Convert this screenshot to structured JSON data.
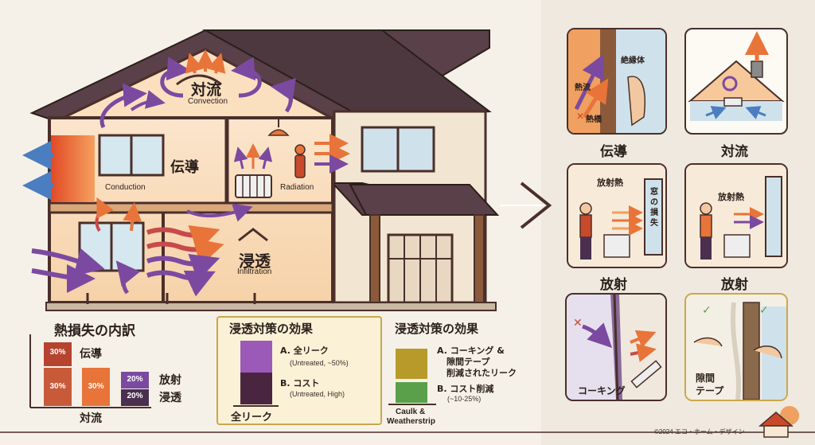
{
  "house": {
    "convection_jp": "対流",
    "convection_en": "Convection",
    "conduction_jp": "伝導",
    "conduction_en": "Conduction",
    "radiation_en": "Radiation",
    "infiltration_jp": "浸透",
    "infiltration_en": "Infiltration"
  },
  "breakdown": {
    "title": "熱損失の内訳",
    "bars": [
      {
        "pct": "30%",
        "label": "伝導",
        "color": "#b5432f"
      },
      {
        "pct": "30%",
        "label": "対流",
        "color": "#e8743a"
      },
      {
        "pct": "20%",
        "label": "放射",
        "color": "#7b4aa0"
      },
      {
        "pct": "20%",
        "label": "浸透",
        "color": "#4a2f4f"
      }
    ],
    "bottom_label": "対流"
  },
  "effect1": {
    "title": "浸透対策の効果",
    "a_label": "A. 全リーク",
    "a_sub": "(Untreated, ~50%)",
    "b_label": "B. コスト",
    "b_sub": "(Untreated, High)",
    "bottom_label": "全リーク"
  },
  "effect2": {
    "title": "浸透対策の効果",
    "a_label1": "A. コーキング &",
    "a_label2": "隙間テープ",
    "a_label3": "削減されたリーク",
    "b_label": "B. コスト削減",
    "b_sub": "(~10-25%)",
    "bottom_label1": "Caulk &",
    "bottom_label2": "Weatherstrip"
  },
  "cards": {
    "c1_insulation": "絶縁体",
    "c1_heatflow": "熱流",
    "c1_bridge": "熱橋",
    "c1_title": "伝導",
    "c2_title": "対流",
    "c3_radiant": "放射熱",
    "c3_window": "窓の損失",
    "c3_title": "放射",
    "c4_radiant": "放射熱",
    "c4_title": "放射",
    "c5_caulking": "コーキング",
    "c6_gap1": "隙間",
    "c6_gap2": "テープ"
  },
  "footer": {
    "copyright": "©2024 エコ・ホーム・デザイン"
  },
  "colors": {
    "outline": "#4a2f2a",
    "roof": "#5a4048",
    "wall": "#f2e6d2",
    "warm": "#f6c89a",
    "hot": "#e8743a",
    "purple": "#7b4aa0",
    "blue": "#4a7ec0"
  }
}
